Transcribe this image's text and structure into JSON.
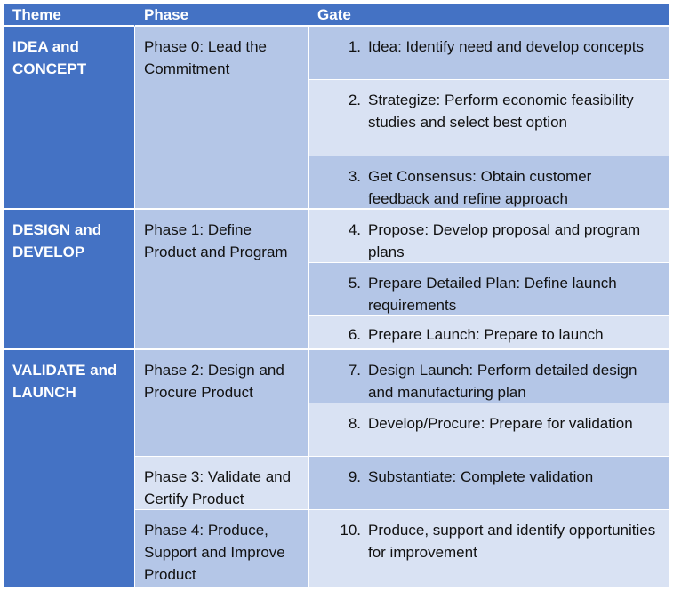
{
  "headers": {
    "theme": "Theme",
    "phase": "Phase",
    "gate": "Gate"
  },
  "themes": [
    {
      "label": "IDEA and CONCEPT"
    },
    {
      "label": "DESIGN and DEVELOP"
    },
    {
      "label": "VALIDATE and LAUNCH"
    }
  ],
  "phases": [
    {
      "label": "Phase 0: Lead the Commitment"
    },
    {
      "label": "Phase 1: Define Product and Program"
    },
    {
      "label": "Phase 2: Design and Procure Product"
    },
    {
      "label": "Phase 3: Validate and Certify Product"
    },
    {
      "label": "Phase 4: Produce, Support and Improve Product"
    }
  ],
  "gates": [
    {
      "num": "1.",
      "text": "Idea: Identify need and develop concepts"
    },
    {
      "num": "2.",
      "text": "Strategize: Perform economic feasibility studies and select best option"
    },
    {
      "num": "3.",
      "text": "Get Consensus: Obtain customer feedback and refine approach"
    },
    {
      "num": "4.",
      "text": "Propose: Develop proposal and program plans"
    },
    {
      "num": "5.",
      "text": "Prepare Detailed Plan: Define launch requirements"
    },
    {
      "num": "6.",
      "text": "Prepare Launch: Prepare to launch"
    },
    {
      "num": "7.",
      "text": "Design Launch: Perform detailed design and manufacturing plan"
    },
    {
      "num": "8.",
      "text": "Develop/Procure: Prepare for validation"
    },
    {
      "num": "9.",
      "text": "Substantiate: Complete validation"
    },
    {
      "num": "10.",
      "text": "Produce, support and identify opportunities for improvement"
    }
  ]
}
